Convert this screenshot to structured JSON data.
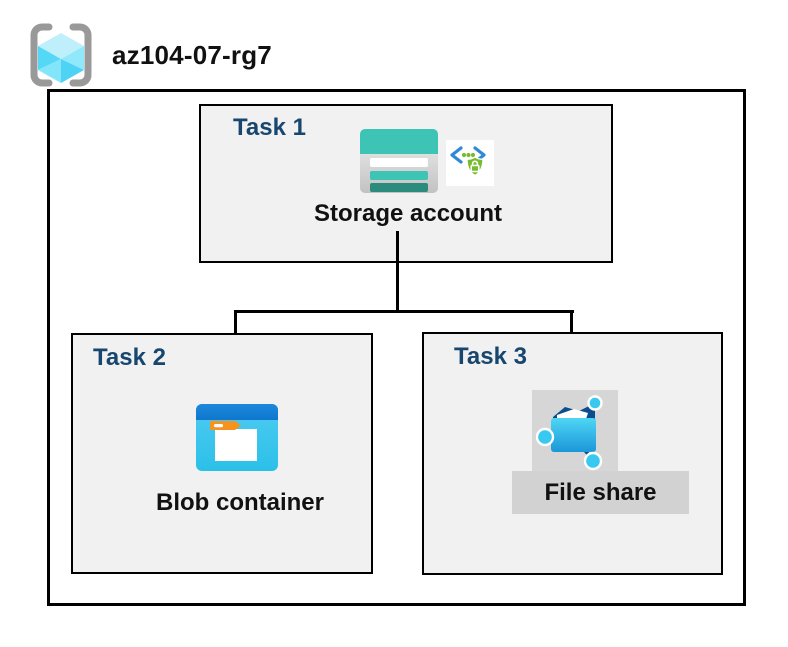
{
  "header": {
    "resource_group_name": "az104-07-rg7",
    "resource_group_icon": "azure-resource-group-icon"
  },
  "diagram": {
    "tasks": [
      {
        "label": "Task 1",
        "resource": "Storage account",
        "icons": [
          "storage-account-icon",
          "shared-access-signature-icon"
        ]
      },
      {
        "label": "Task 2",
        "resource": "Blob container",
        "icons": [
          "blob-container-icon"
        ]
      },
      {
        "label": "Task 3",
        "resource": "File share",
        "icons": [
          "file-share-icon"
        ]
      }
    ],
    "connections": [
      {
        "from": "Storage account",
        "to": "Blob container"
      },
      {
        "from": "Storage account",
        "to": "File share"
      }
    ]
  },
  "colors": {
    "task_label_navy": "#17466E",
    "box_background": "#F1F1F2",
    "border_black": "#000000",
    "storage_teal": "#3EC4B4",
    "storage_teal_dark": "#2B8C7E",
    "blob_header_blue": "#1283D8",
    "blob_body_cyan": "#3FC7EE",
    "folder_tab_orange": "#F6921E",
    "fileshare_navy": "#0B4D8E",
    "node_cyan": "#38C9F1",
    "selection_gray": "#D6D6D6",
    "label_band_gray": "#D2D2D2",
    "rg_cube_cyan": "#55D8F5",
    "rg_bracket_gray": "#999999",
    "sas_green": "#76BC2D",
    "sas_blue": "#2E8AD8"
  }
}
